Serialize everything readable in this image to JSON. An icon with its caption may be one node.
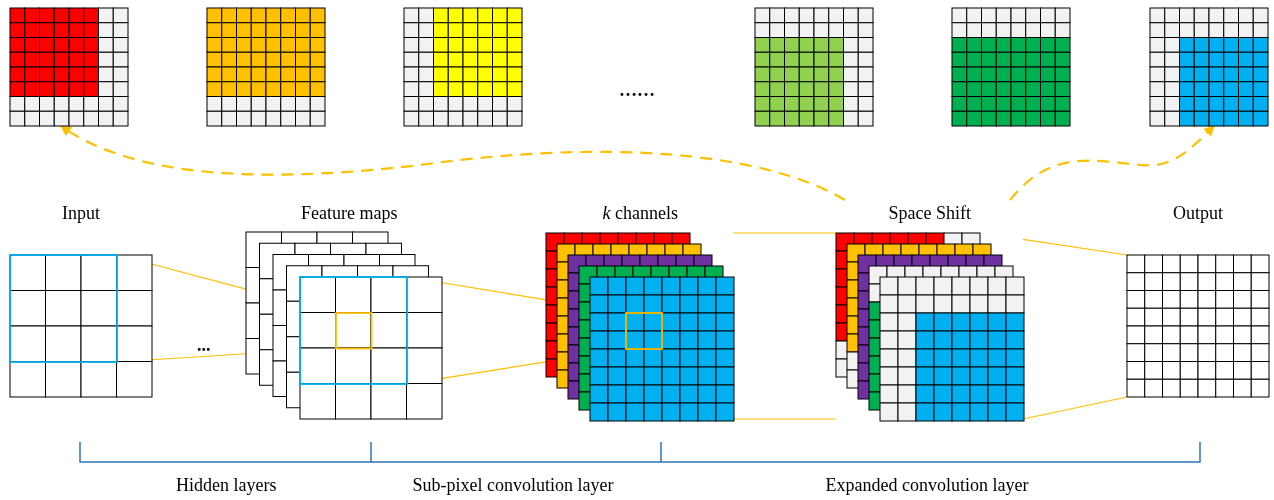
{
  "diagram": {
    "nodes": [
      {
        "text": [],
        "shape": "grid"
      },
      {
        "text": [],
        "shape": "grid"
      },
      {
        "text": [],
        "shape": "grid"
      },
      {
        "text": [],
        "shape": "grid"
      },
      {
        "text": [],
        "shape": "grid"
      },
      {
        "text": [],
        "shape": "grid"
      },
      {
        "text": [
          "Input"
        ]
      },
      {
        "text": [
          "Feature maps"
        ]
      },
      {
        "text": [
          "*k* channels"
        ]
      },
      {
        "text": [
          "Space Shift"
        ]
      },
      {
        "text": [
          "Output"
        ]
      }
    ],
    "edges": [
      {
        "from": 9,
        "to": 0,
        "arrow": "to",
        "style": "dashed"
      },
      {
        "from": 9,
        "to": 5,
        "arrow": "to",
        "style": "dashed"
      },
      {
        "from": 6,
        "to": 7,
        "arrow": "none"
      },
      {
        "from": 6,
        "to": 7,
        "arrow": "none"
      },
      {
        "from": 7,
        "to": 8,
        "arrow": "none"
      },
      {
        "from": 7,
        "to": 8,
        "arrow": "none"
      },
      {
        "from": 8,
        "to": 9,
        "arrow": "none"
      },
      {
        "from": 8,
        "to": 9,
        "arrow": "none"
      },
      {
        "from": 9,
        "to": 10,
        "arrow": "none"
      },
      {
        "from": 9,
        "to": 10,
        "arrow": "none"
      }
    ],
    "labels": [
      "……",
      "...",
      "Hidden layers",
      "Sub-pixel convolution layer",
      "Expanded convolution layer"
    ]
  }
}
